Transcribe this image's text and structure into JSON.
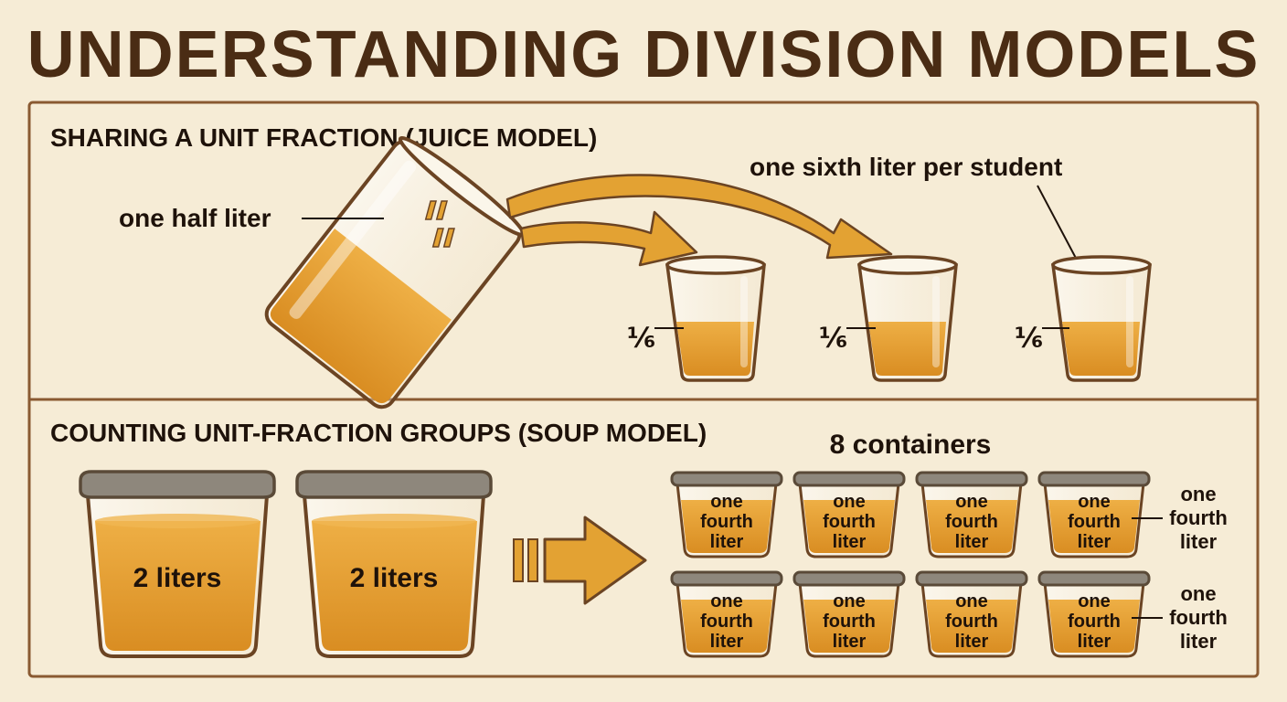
{
  "title": "UNDERSTANDING DIVISION MODELS",
  "juice_section": {
    "heading": "SHARING A UNIT FRACTION (JUICE MODEL)",
    "source_label": "one half liter",
    "per_student_label": "one sixth liter per student",
    "cups": [
      {
        "fraction": "⅙"
      },
      {
        "fraction": "⅙"
      },
      {
        "fraction": "⅙"
      }
    ]
  },
  "soup_section": {
    "heading": "COUNTING UNIT-FRACTION GROUPS (SOUP MODEL)",
    "big_containers": [
      {
        "label": "2 liters"
      },
      {
        "label": "2 liters"
      }
    ],
    "small_count_label": "8 containers",
    "small_container_label": [
      "one",
      "fourth",
      "liter"
    ],
    "side_label": [
      "one",
      "fourth",
      "liter"
    ]
  },
  "colors": {
    "background": "#f6ecd6",
    "title": "#4a2c14",
    "frame": "#8a5a32",
    "juice": "#e7a233",
    "arrow": "#e3a233",
    "lid": "#8e877c"
  }
}
